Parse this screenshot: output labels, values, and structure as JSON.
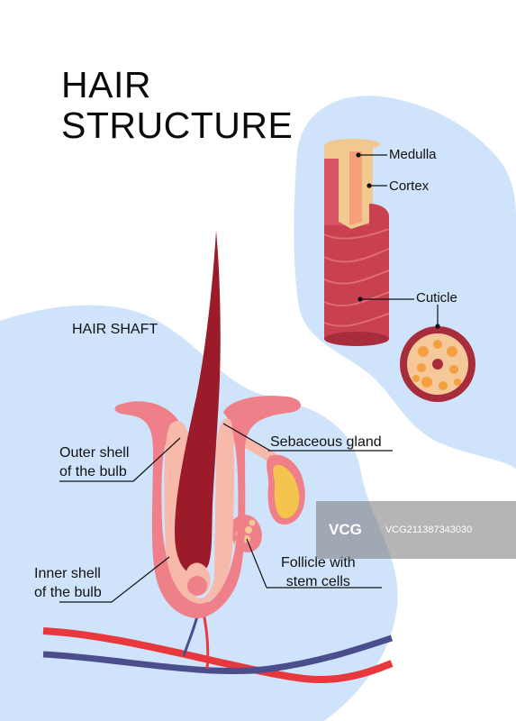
{
  "title": {
    "line1": "HAIR",
    "line2": "STRUCTURE"
  },
  "labels": {
    "medulla": "Medulla",
    "cortex": "Cortex",
    "cuticle": "Cuticle",
    "hair_shaft": "HAIR SHAFT",
    "sebaceous_gland": "Sebaceous gland",
    "outer_shell_1": "Outer shell",
    "outer_shell_2": "of the bulb",
    "inner_shell_1": "Inner shell",
    "inner_shell_2": "of the bulb",
    "follicle_1": "Follicle with",
    "follicle_2": "stem cells"
  },
  "watermark": {
    "logo": "VCG",
    "id": "VCG211387343030"
  },
  "colors": {
    "background_blob": "#cfe3fb",
    "hair": "#9b1b2b",
    "follicle_outer": "#ef7f88",
    "follicle_inner": "#f7b9a9",
    "gland": "#f5c44e",
    "artery": "#e8383d",
    "vein": "#4a4e8c"
  }
}
